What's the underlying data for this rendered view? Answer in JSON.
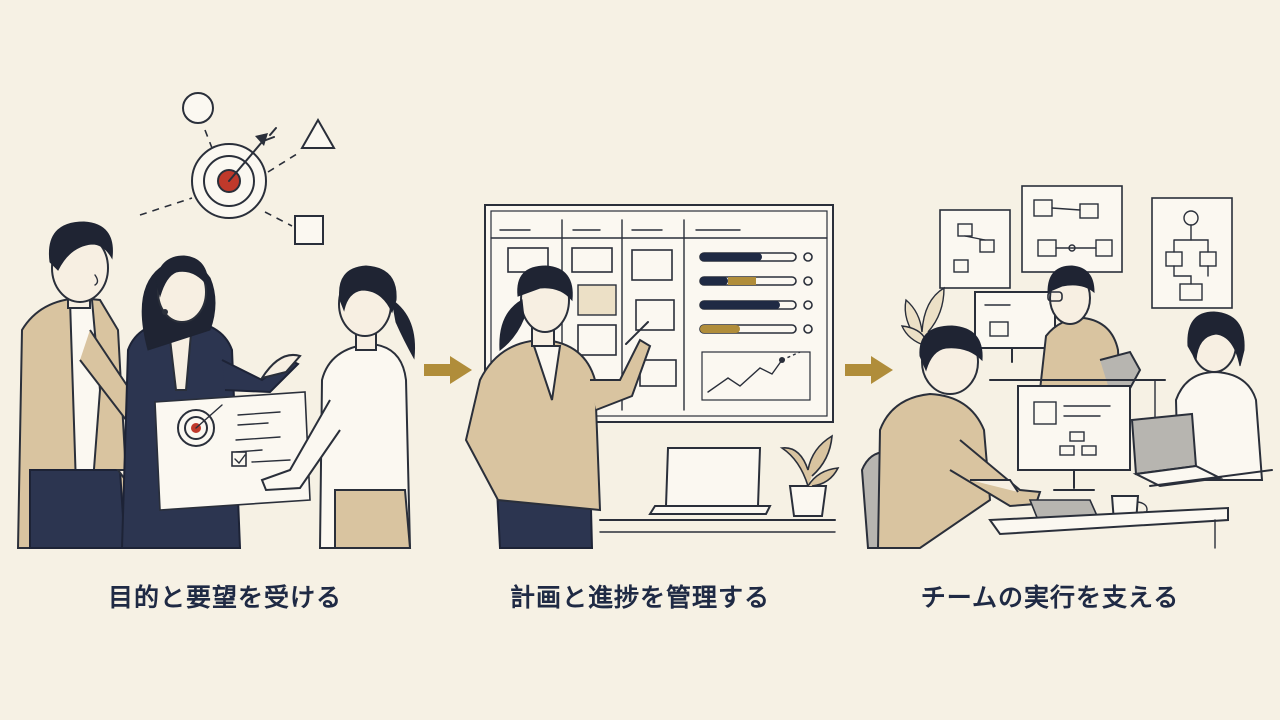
{
  "steps": [
    {
      "label": "目的と要望を受ける",
      "illustration": "team-receiving-goals"
    },
    {
      "label": "計画と進捗を管理する",
      "illustration": "progress-board-management"
    },
    {
      "label": "チームの実行を支える",
      "illustration": "team-working-at-desks"
    }
  ],
  "colors": {
    "background": "#f6f1e4",
    "ink": "#1f2a44",
    "accent": "#b08d3a",
    "target_red": "#c0392b",
    "beige": "#d9c4a0"
  },
  "icons": [
    "target-icon",
    "circle-icon",
    "triangle-icon",
    "square-icon",
    "arrow-icon",
    "checkbox-icon",
    "plant-icon",
    "laptop-icon",
    "monitor-icon",
    "mug-icon"
  ]
}
